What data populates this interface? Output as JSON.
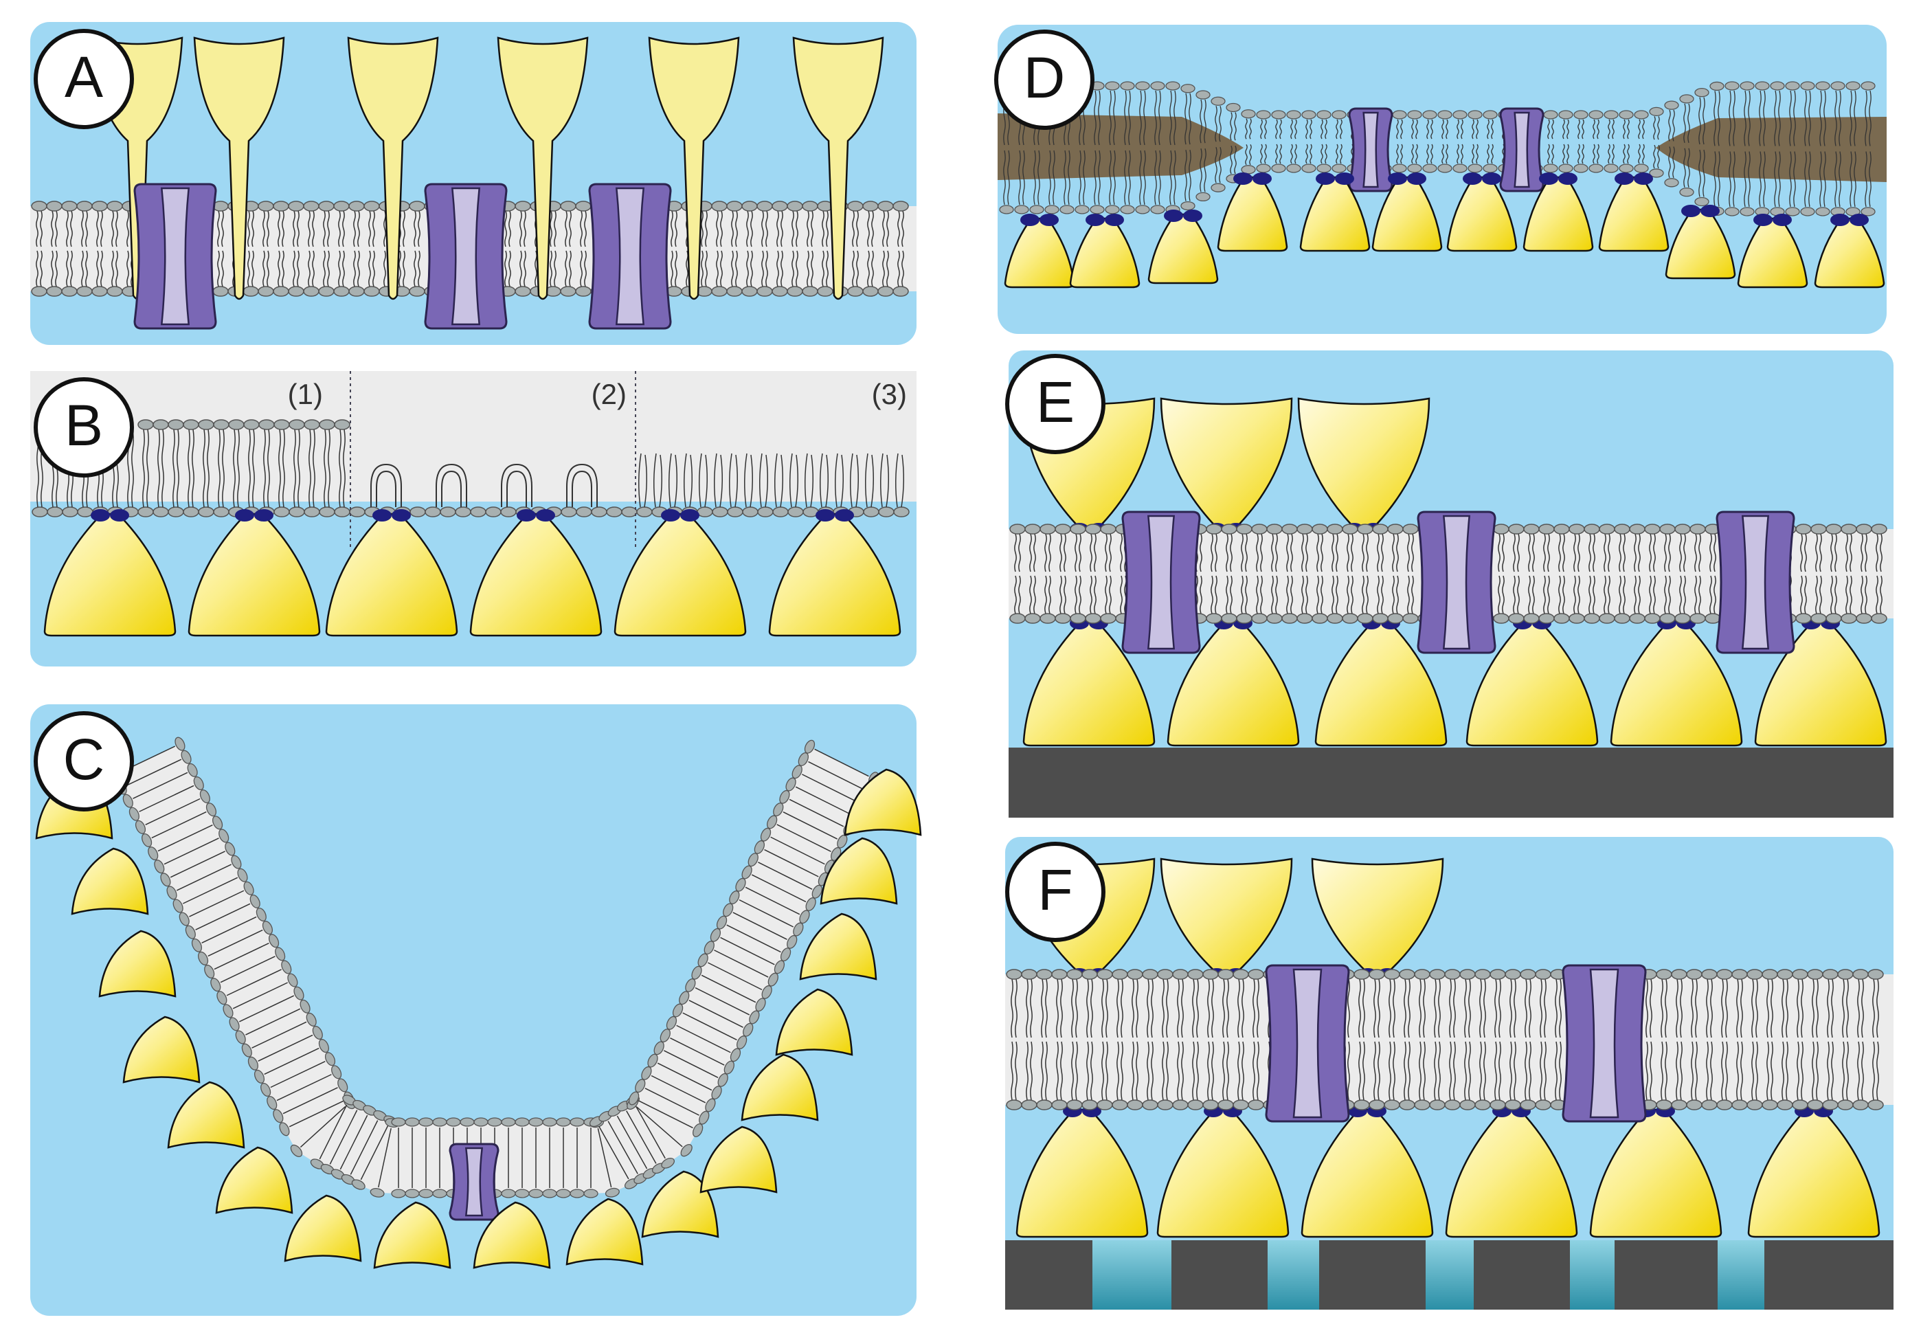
{
  "panels": {
    "a": {
      "label": "A"
    },
    "b": {
      "label": "B",
      "sublabels": [
        "(1)",
        "(2)",
        "(3)"
      ]
    },
    "c": {
      "label": "C"
    },
    "d": {
      "label": "D"
    },
    "e": {
      "label": "E"
    },
    "f": {
      "label": "F"
    }
  },
  "colors": {
    "water": "#9fd8f3",
    "tail_region": "#ececec",
    "head": "#a8b0b0",
    "tail_line": "#333333",
    "protein_outer": "#7a67b5",
    "protein_inner": "#c9c2e3",
    "anchor": "#1f1f80",
    "support_yellow": "#f2dc2a",
    "support_light": "#fffbe0",
    "stem_yellow": "#f7ef9a",
    "solid_substrate": "#4d4d4d",
    "brown_support": "#7a6a50",
    "pore": "#4fb7c9"
  },
  "icons": {
    "transmembrane_protein": "protein-channel-icon",
    "cushion": "yellow-cushion-icon",
    "lipid": "lipid-icon"
  }
}
